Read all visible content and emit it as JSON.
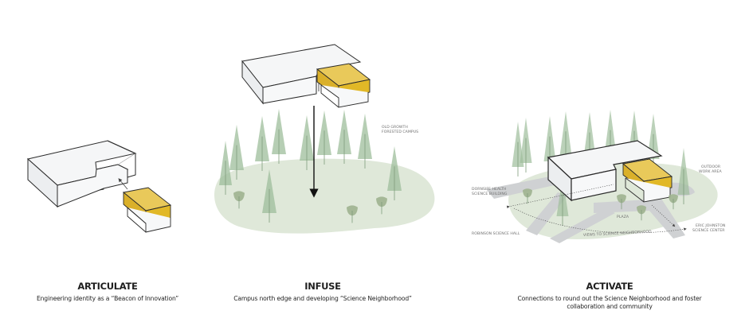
{
  "colors": {
    "box_face": "#f5f6f7",
    "box_side": "#ebedee",
    "box_stroke": "#2a2a2a",
    "accent_top": "#e9c95a",
    "accent_front": "#e1b827",
    "tree": "#9ebd9b",
    "ground": "#dfe8d9",
    "path": "#cfd1d3",
    "arrow": "#111111"
  },
  "panels": [
    {
      "id": "articulate",
      "title": "ARTICULATE",
      "subtitle": "Engineering identity as a “Beacon of Innovation”",
      "labels": []
    },
    {
      "id": "infuse",
      "title": "INFUSE",
      "subtitle": "Campus north edge and developing “Science Neighborhood”",
      "labels": [
        {
          "lines": [
            "OLD GROWTH",
            "FORESTED CAMPUS"
          ]
        }
      ]
    },
    {
      "id": "activate",
      "title": "ACTIVATE",
      "subtitle": "Connections to round out the Science Neighborhood and foster collaboration and community",
      "labels": [
        {
          "lines": [
            "OUTDOOR",
            "WORK AREA"
          ]
        },
        {
          "lines": [
            "DORNSIFE HEALTH",
            "SCIENCE BUILDING"
          ]
        },
        {
          "lines": [
            "ROBINSON SCIENCE HALL"
          ]
        },
        {
          "lines": [
            "PLAZA"
          ]
        },
        {
          "lines": [
            "ERIC JOHNSTON",
            "SCIENCE CENTER"
          ]
        },
        {
          "lines": [
            "VIEWS TO SCIENCE NEIGHBORHOOD"
          ]
        }
      ]
    }
  ]
}
